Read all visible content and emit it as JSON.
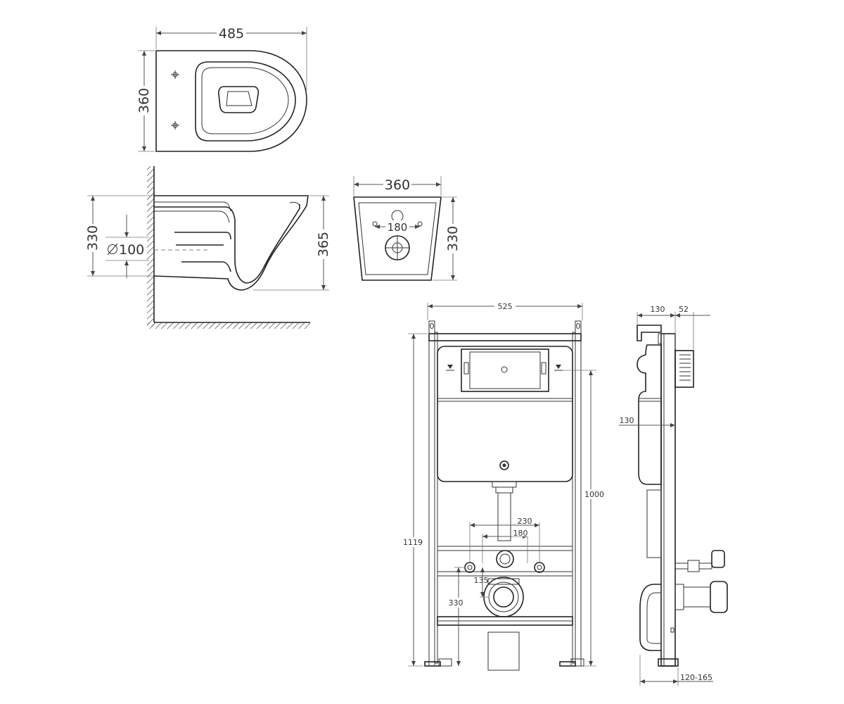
{
  "dimensions": {
    "top_width": "485",
    "top_depth": "360",
    "side_height": "330",
    "side_outlet": "100",
    "side_total_height": "365",
    "front_width": "360",
    "front_hole_spacing": "180",
    "front_height": "330",
    "frame_width": "525",
    "frame_total_height": "1119",
    "frame_height": "1000",
    "stud_outer": "230",
    "stud_inner": "180",
    "stud_height": "330",
    "drain_offset": "135",
    "profile_depth": "130",
    "profile_flush": "52",
    "profile_cistern_depth": "130",
    "profile_adjust": "120-165",
    "frame_mark_left": "0",
    "frame_mark_right": "0"
  }
}
